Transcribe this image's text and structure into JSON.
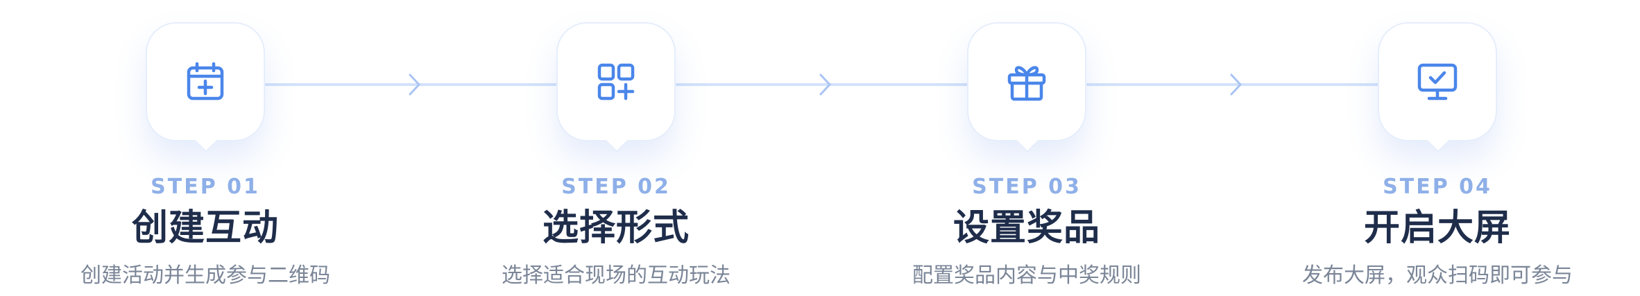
{
  "steps": [
    {
      "label": "STEP 01",
      "title": "创建互动",
      "description": "创建活动并生成参与二维码",
      "icon": "calendar-add-icon"
    },
    {
      "label": "STEP 02",
      "title": "选择形式",
      "description": "选择适合现场的互动玩法",
      "icon": "grid-add-icon"
    },
    {
      "label": "STEP 03",
      "title": "设置奖品",
      "description": "配置奖品内容与中奖规则",
      "icon": "gift-icon"
    },
    {
      "label": "STEP 04",
      "title": "开启大屏",
      "description": "发布大屏，观众扫码即可参与",
      "icon": "monitor-check-icon"
    }
  ],
  "colors": {
    "accent": "#4a86ea",
    "step_label": "#8fb0e8",
    "title": "#1f2d4b",
    "description": "#7a8597",
    "connector": "#d3e2fb"
  }
}
